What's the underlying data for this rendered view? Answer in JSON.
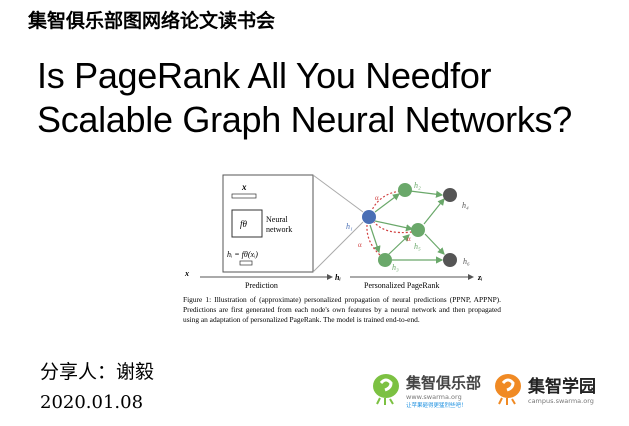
{
  "header": "集智俱乐部图网络论文读书会",
  "title_lines": [
    "Is PageRank All You Needfor",
    "Scalable Graph Neural Networks?"
  ],
  "figure": {
    "xi": "x",
    "sub_i": "i",
    "f_theta": "fθ",
    "neural": "Neural",
    "network": "network",
    "hi_eq": "hᵢ = fθ(xᵢ)",
    "prediction": "Prediction",
    "ppr": "Personalized PageRank",
    "hi": "hᵢ",
    "zi": "zᵢ",
    "alpha": "α",
    "nodes": [
      "h1",
      "h2",
      "h3",
      "h4",
      "h5",
      "h6"
    ],
    "colors": {
      "source": "#4a6fb5",
      "green": "#6aa86a",
      "dark": "#555555",
      "alpha": "#d04040"
    }
  },
  "caption": "Figure 1:  Illustration of (approximate) personalized propagation of neural predictions (PPNP, APPNP). Predictions are first generated from each node's own features by a neural network and then propagated using an adaptation of personalized PageRank. The model is trained end-to-end.",
  "presenter": "分享人：谢毅",
  "date": "2020.01.08",
  "logos": [
    {
      "name": "集智俱乐部",
      "url": "www.swarma.org",
      "tagline": "让苹果砸得更猛烈些吧！",
      "color": "#7cc142"
    },
    {
      "name": "集智学园",
      "url": "campus.swarma.org",
      "color": "#f08a24"
    }
  ]
}
